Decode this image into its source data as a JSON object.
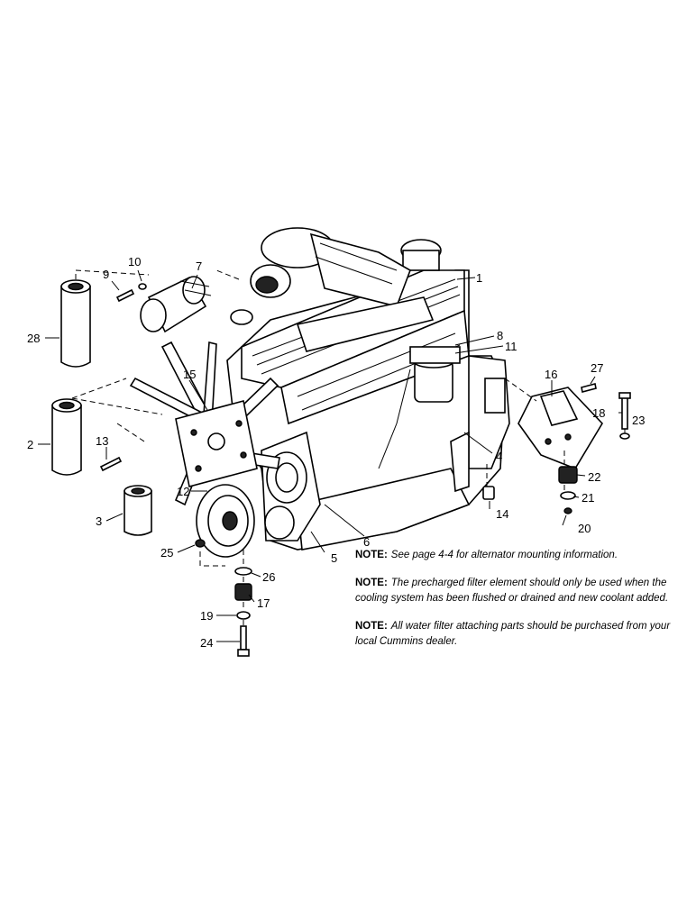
{
  "callouts": [
    "1",
    "2",
    "3",
    "4",
    "5",
    "6",
    "7",
    "8",
    "9",
    "10",
    "11",
    "12",
    "13",
    "14",
    "15",
    "16",
    "17",
    "18",
    "19",
    "20",
    "21",
    "22",
    "23",
    "24",
    "25",
    "26",
    "27",
    "28"
  ],
  "notes": [
    {
      "label": "NOTE:",
      "text": "See page 4-4 for alternator mounting information."
    },
    {
      "label": "NOTE:",
      "text": "The precharged filter element should only be used when the cooling system has been flushed or drained and new coolant added."
    },
    {
      "label": "NOTE:",
      "text": "All water filter attaching parts should be purchased from your local Cummins dealer."
    }
  ]
}
